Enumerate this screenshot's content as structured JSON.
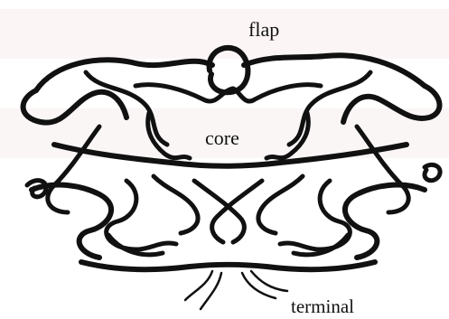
{
  "diagram": {
    "labels": {
      "flap": "flap",
      "core": "core",
      "terminal": "terminal"
    },
    "colors": {
      "ribbon": "#111111",
      "background": "#ffffff",
      "watermark": "#f3e9e9"
    }
  }
}
